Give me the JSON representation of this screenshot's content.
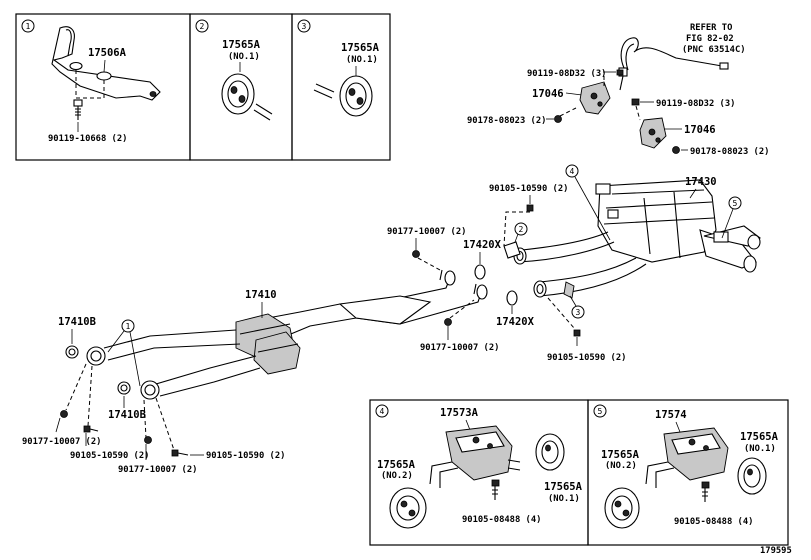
{
  "figure_id": "179595",
  "refer_note": {
    "line1": "REFER TO",
    "line2": "FIG 82-02",
    "line3": "(PNC 63514C)"
  },
  "insets": {
    "i1": {
      "num": "1",
      "part": "17506A",
      "bolt": "90119-10668 (2)"
    },
    "i2": {
      "num": "2",
      "part": "17565A",
      "sub": "(NO.1)"
    },
    "i3": {
      "num": "3",
      "part": "17565A",
      "sub": "(NO.1)"
    },
    "i4": {
      "num": "4",
      "bracket": "17573A",
      "hanger2": "17565A",
      "hanger2_sub": "(NO.2)",
      "hanger1": "17565A",
      "hanger1_sub": "(NO.1)",
      "bolt": "90105-08488 (4)"
    },
    "i5": {
      "num": "5",
      "bracket": "17574",
      "hanger2": "17565A",
      "hanger2_sub": "(NO.2)",
      "hanger1": "17565A",
      "hanger1_sub": "(NO.1)",
      "bolt": "90105-08488 (4)"
    }
  },
  "main": {
    "p17410": "17410",
    "p17410b_a": "17410B",
    "p17410b_b": "17410B",
    "p17420x_a": "17420X",
    "p17420x_b": "17420X",
    "p17430": "17430",
    "p17046_a": "17046",
    "p17046_b": "17046",
    "b90119_a": "90119-08D32 (3)",
    "b90119_b": "90119-08D32 (3)",
    "b90178_a": "90178-08023 (2)",
    "b90178_b": "90178-08023 (2)",
    "b90105_a": "90105-10590 (2)",
    "b90105_b": "90105-10590 (2)",
    "b90105_c": "90105-10590 (2)",
    "b90105_d": "90105-10590 (2)",
    "b90177_a": "90177-10007 (2)",
    "b90177_b": "90177-10007 (2)",
    "b90177_c": "90177-10007 (2)",
    "b90177_d": "90177-10007 (2)",
    "callouts": [
      "1",
      "2",
      "3",
      "4",
      "5"
    ]
  }
}
